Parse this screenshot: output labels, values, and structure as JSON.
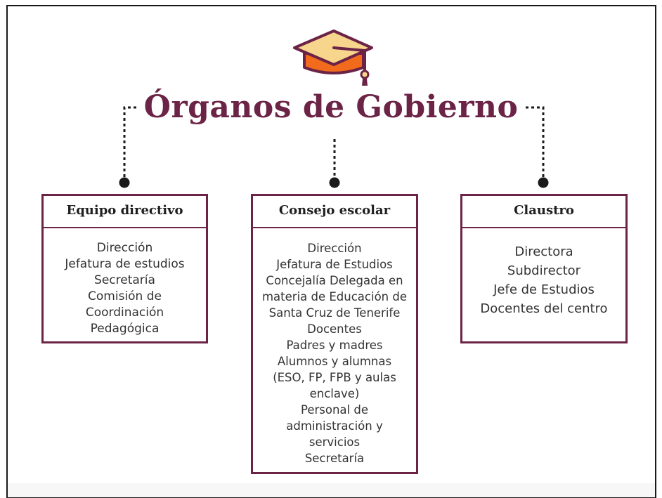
{
  "title": "Órganos de Gobierno",
  "colors": {
    "accent": "#6b2346",
    "cap_top": "#f7d58c",
    "cap_base": "#f26b1d",
    "outline": "#6b2346"
  },
  "icon": "graduation-cap-icon",
  "boxes": [
    {
      "heading": "Equipo directivo",
      "items": [
        "Dirección",
        "Jefatura de estudios",
        "Secretaría",
        "Comisión de",
        "Coordinación",
        "Pedagógica"
      ]
    },
    {
      "heading": "Consejo escolar",
      "items": [
        "Dirección",
        "Jefatura de Estudios",
        "Concejalía Delegada en",
        "materia de Educación de",
        "Santa Cruz de Tenerife",
        "Docentes",
        "Padres y madres",
        "Alumnos y alumnas",
        "(ESO, FP, FPB y aulas",
        "enclave)",
        "Personal de",
        "administración y",
        "servicios",
        "Secretaría"
      ]
    },
    {
      "heading": "Claustro",
      "items": [
        "Directora",
        "Subdirector",
        "Jefe de Estudios",
        "Docentes del centro"
      ]
    }
  ]
}
